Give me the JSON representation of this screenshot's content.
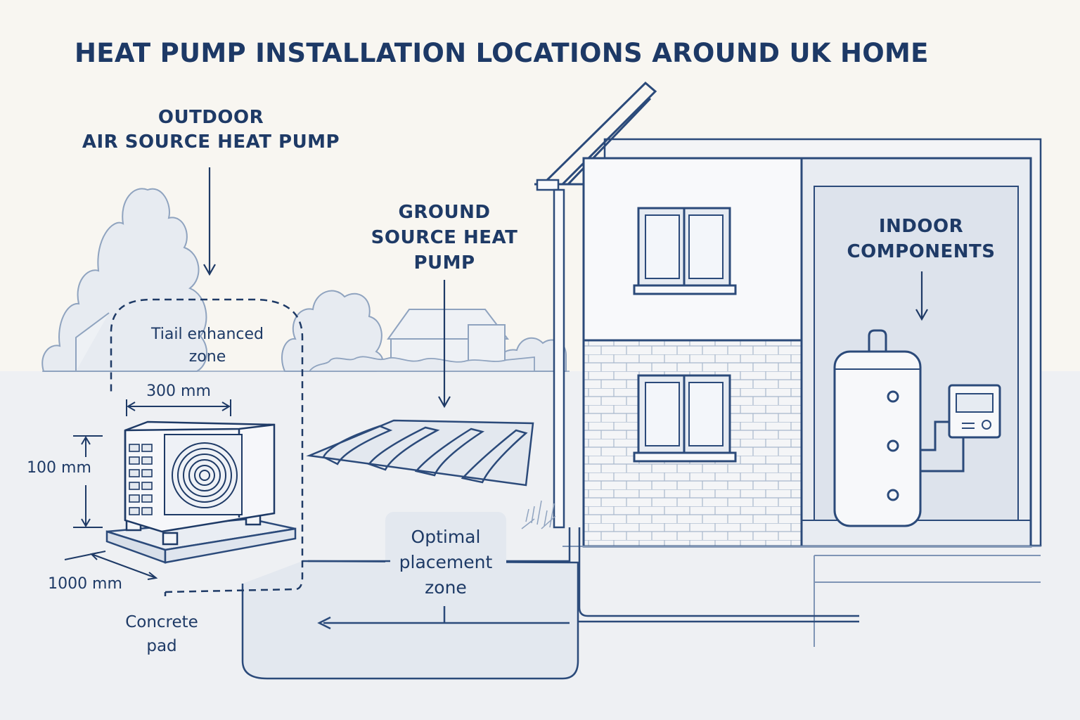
{
  "title": "HEAT PUMP INSTALLATION LOCATIONS AROUND UK HOME",
  "labels": {
    "outdoor_line1": "OUTDOOR",
    "outdoor_line2": "AIR SOURCE HEAT PUMP",
    "ground_line1": "GROUND",
    "ground_line2": "SOURCE HEAT",
    "ground_line3": "PUMP",
    "indoor_line1": "INDOOR",
    "indoor_line2": "COMPONENTS",
    "zone_line1": "Tiail enhanced",
    "zone_line2": "zone",
    "dim_width": "300 mm",
    "dim_height": "100 mm",
    "dim_depth": "1000 mm",
    "pad_line1": "Concrete",
    "pad_line2": "pad",
    "optimal_line1": "Optimal",
    "optimal_line2": "placement",
    "optimal_line3": "zone"
  },
  "colors": {
    "ink": "#1e3a66",
    "background": "#f8f6f1",
    "wash": "#e2e8f0",
    "light_line": "#8fa3bf"
  }
}
